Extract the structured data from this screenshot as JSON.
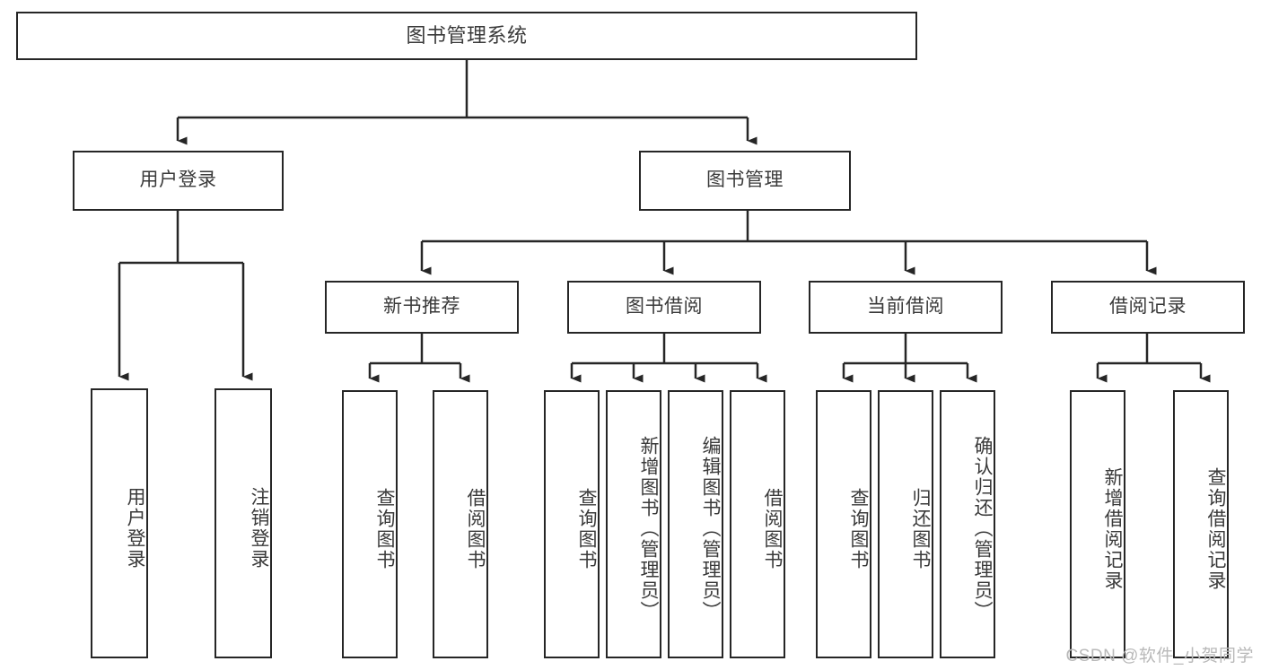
{
  "diagram": {
    "title": "图书管理系统",
    "type": "tree",
    "watermark": "CSDN @软件_小贺同学",
    "colors": {
      "stroke": "#262626",
      "fill": "#ffffff",
      "text": "#3a3a3a",
      "watermark": "#b9b9b9"
    },
    "levels": {
      "root": {
        "label": "图书管理系统"
      },
      "level2": [
        {
          "label": "用户登录"
        },
        {
          "label": "图书管理"
        }
      ],
      "level3": [
        {
          "label": "新书推荐"
        },
        {
          "label": "图书借阅"
        },
        {
          "label": "当前借阅"
        },
        {
          "label": "借阅记录"
        }
      ],
      "leaves": {
        "user_login": [
          {
            "label": "用户登录"
          },
          {
            "label": "注销登录"
          }
        ],
        "new_book_recommend": [
          {
            "label": "查询图书"
          },
          {
            "label": "借阅图书"
          }
        ],
        "book_borrow": [
          {
            "label": "查询图书"
          },
          {
            "label": "新增图书（管理员）"
          },
          {
            "label": "编辑图书（管理员）"
          },
          {
            "label": "借阅图书"
          }
        ],
        "current_borrow": [
          {
            "label": "查询图书"
          },
          {
            "label": "归还图书"
          },
          {
            "label": "确认归还（管理员）"
          }
        ],
        "borrow_record": [
          {
            "label": "新增借阅记录"
          },
          {
            "label": "查询借阅记录"
          }
        ]
      }
    }
  }
}
